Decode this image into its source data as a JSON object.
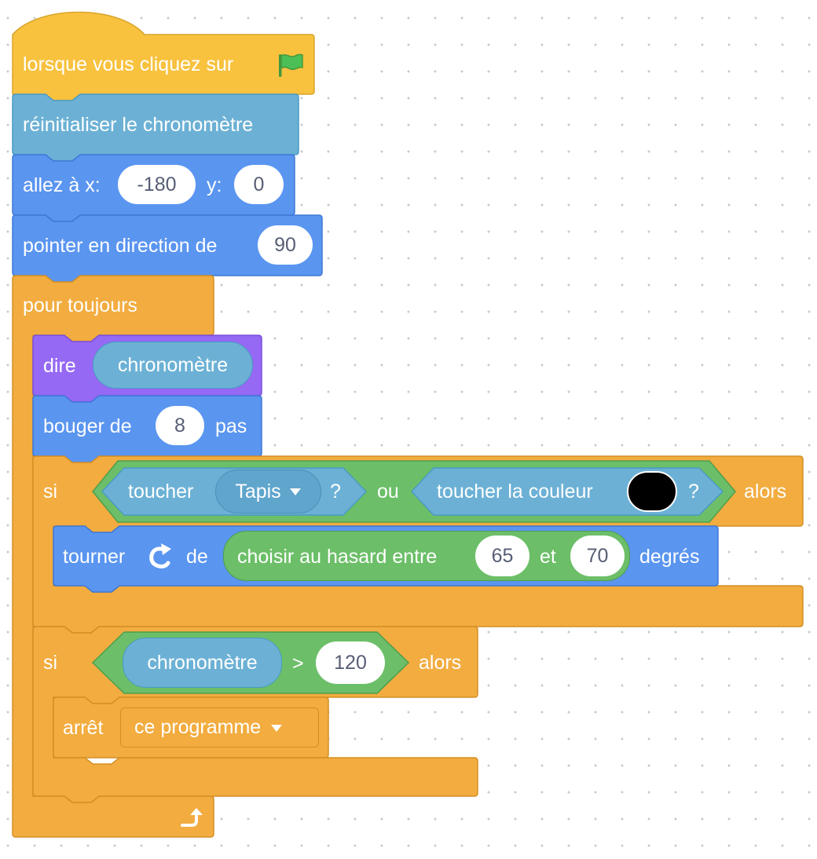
{
  "hat": {
    "label": "lorsque vous cliquez sur",
    "icon": "green-flag-icon"
  },
  "reset_timer": {
    "label": "réinitialiser le chronomètre"
  },
  "goto": {
    "label": "allez à x:",
    "x_value": "-180",
    "y_label": "y:",
    "y_value": "0"
  },
  "point": {
    "label": "pointer en direction de",
    "value": "90"
  },
  "forever": {
    "label": "pour toujours",
    "loop_icon": "loop-arrow-icon"
  },
  "say": {
    "label": "dire",
    "reporter": "chronomètre"
  },
  "move": {
    "label": "bouger de",
    "value": "8",
    "suffix": "pas"
  },
  "if1": {
    "if_label": "si",
    "touch_label": "toucher",
    "touch_target": "Tapis",
    "q1": "?",
    "or_label": "ou",
    "touch_color_label": "toucher la couleur",
    "touch_color": "#000000",
    "q2": "?",
    "then_label": "alors"
  },
  "turn": {
    "label": "tourner",
    "icon": "rotate-right-icon",
    "of_label": "de",
    "random_label": "choisir au hasard entre",
    "min": "65",
    "and_label": "et",
    "max": "70",
    "suffix": "degrés"
  },
  "if2": {
    "if_label": "si",
    "reporter": "chronomètre",
    "operator": ">",
    "value": "120",
    "then_label": "alors"
  },
  "stop": {
    "label": "arrêt",
    "option": "ce programme"
  },
  "colors": {
    "events": "#FFBF00",
    "sensing": "#5CB1D6",
    "motion": "#4C97FF",
    "looks": "#9966FF",
    "control": "#FFAB19",
    "operators": "#59C059"
  }
}
